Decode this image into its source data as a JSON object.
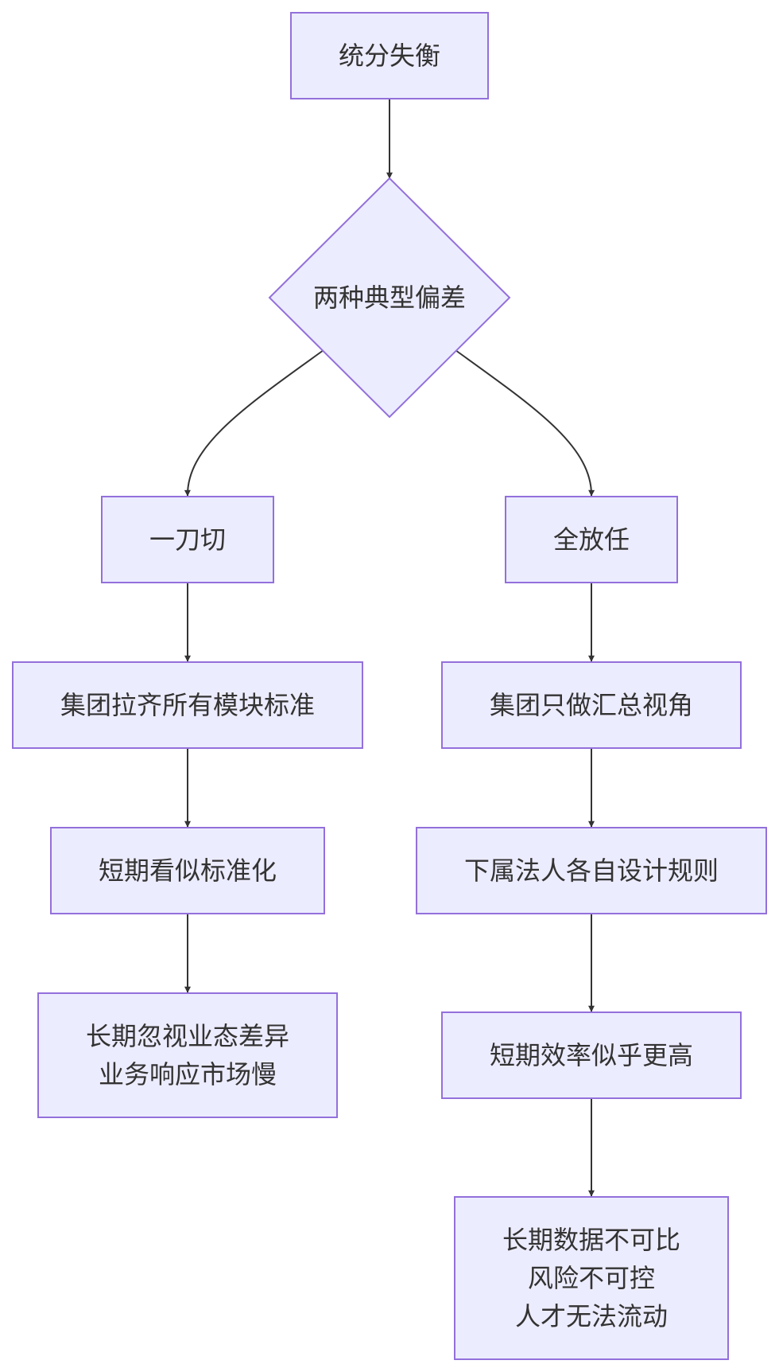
{
  "colors": {
    "node_fill": "#ECECFF",
    "node_stroke": "#9370DB",
    "edge": "#333333",
    "text": "#333333",
    "background": "#FFFFFF"
  },
  "nodes": {
    "root": {
      "lines": [
        "统分失衡"
      ]
    },
    "decision": {
      "lines": [
        "两种典型偏差"
      ]
    },
    "left_branch": {
      "lines": [
        "一刀切"
      ]
    },
    "left_step1": {
      "lines": [
        "集团拉齐所有模块标准"
      ]
    },
    "left_step2": {
      "lines": [
        "短期看似标准化"
      ]
    },
    "left_result": {
      "lines": [
        "长期忽视业态差异",
        "业务响应市场慢"
      ]
    },
    "right_branch": {
      "lines": [
        "全放任"
      ]
    },
    "right_step1": {
      "lines": [
        "集团只做汇总视角"
      ]
    },
    "right_step2": {
      "lines": [
        "下属法人各自设计规则"
      ]
    },
    "right_step3": {
      "lines": [
        "短期效率似乎更高"
      ]
    },
    "right_result": {
      "lines": [
        "长期数据不可比",
        "风险不可控",
        "人才无法流动"
      ]
    }
  }
}
